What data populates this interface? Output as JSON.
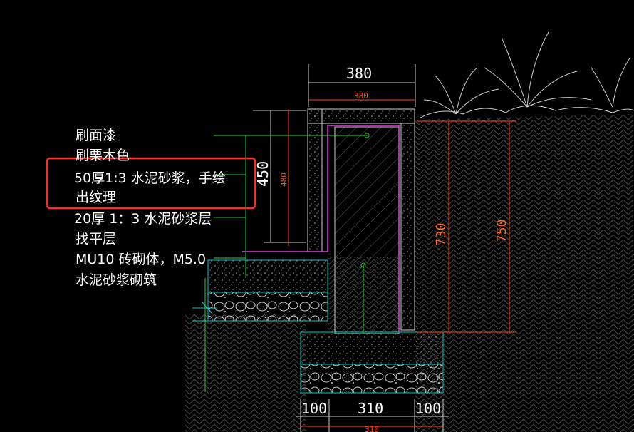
{
  "notes": [
    "刷面漆",
    "刷栗木色",
    "50厚1:3 水泥砂浆，手绘",
    "出纹理",
    "20厚 1：3 水泥砂浆层",
    "找平层",
    "MU10 砖砌体，M5.0",
    "水泥砂浆砌筑"
  ],
  "dimensions": {
    "top_wall_width": "380",
    "top_wall_width_small": "380",
    "left_height_outer": "450",
    "left_height_inner": "480",
    "right_height_inner": "730",
    "right_height_outer": "750",
    "footing_left": "100",
    "footing_mid": "310",
    "footing_right": "100",
    "footing_mid_small": "310"
  },
  "colors": {
    "background": "#000000",
    "highlight_box": "#ff2a2a",
    "dimension_red": "#ff4a1a",
    "leader_green": "#2ecc40",
    "outline_cyan": "#00c8c8",
    "finish_magenta": "#e040e0",
    "hatch_gray": "#5a5a5a"
  }
}
